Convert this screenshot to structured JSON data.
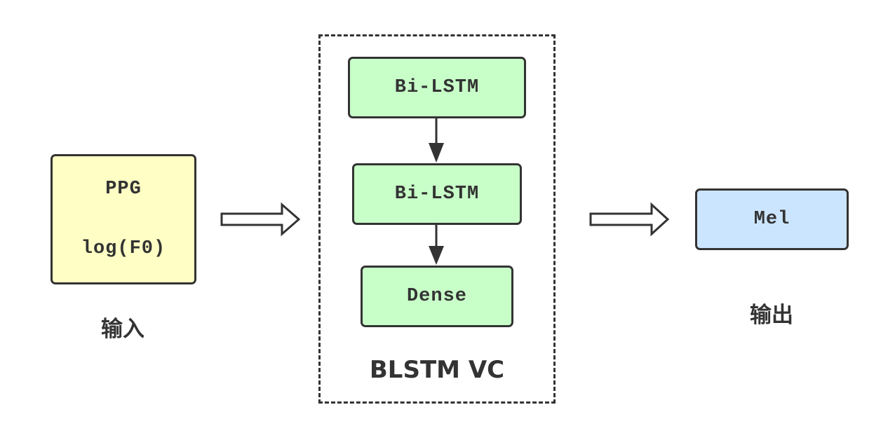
{
  "input": {
    "line1": "PPG",
    "line2": "log(F0)",
    "caption": "输入"
  },
  "model": {
    "layer1": "Bi-LSTM",
    "layer2": "Bi-LSTM",
    "layer3": "Dense",
    "caption": "BLSTM VC"
  },
  "output": {
    "label": "Mel",
    "caption": "输出"
  },
  "colors": {
    "input_fill": "#FFFFC5",
    "layer_fill": "#C8FFC8",
    "output_fill": "#CCE5FF",
    "stroke": "#333333"
  }
}
